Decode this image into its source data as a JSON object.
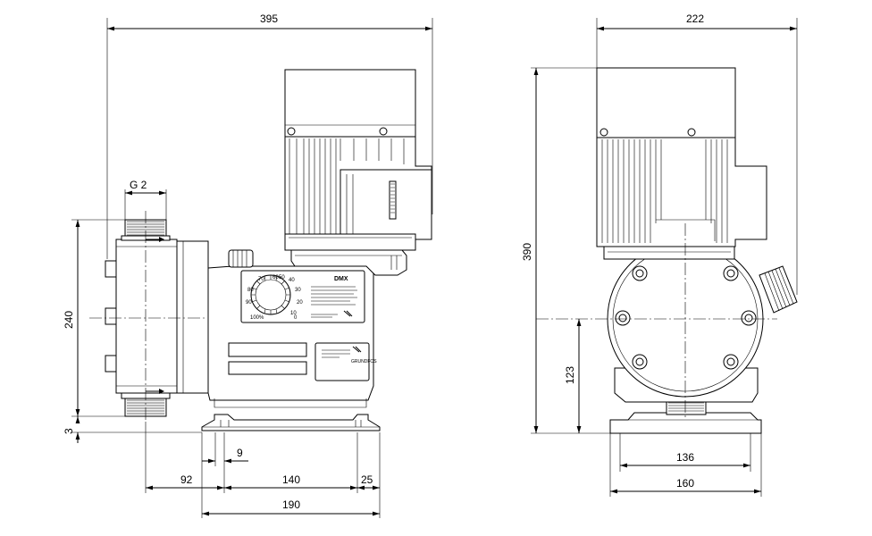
{
  "dimensions": {
    "front_width": "395",
    "side_width": "222",
    "thread": "G 2",
    "height_connections": "240",
    "offset_bottom": "3",
    "height_total": "390",
    "height_axis": "123",
    "foot_hole": "9",
    "base_92": "92",
    "base_140": "140",
    "base_25": "25",
    "base_190": "190",
    "side_136": "136",
    "side_160": "160"
  },
  "labels": {
    "model": "DMX",
    "dial_0": "0",
    "dial_10": "10",
    "dial_20": "20",
    "dial_30": "30",
    "dial_40": "40",
    "dial_50": "50",
    "dial_60": "60",
    "dial_70": "70",
    "dial_80": "80",
    "dial_90": "90",
    "dial_100": "100%"
  },
  "colors": {
    "line": "#000000",
    "background": "#ffffff"
  }
}
